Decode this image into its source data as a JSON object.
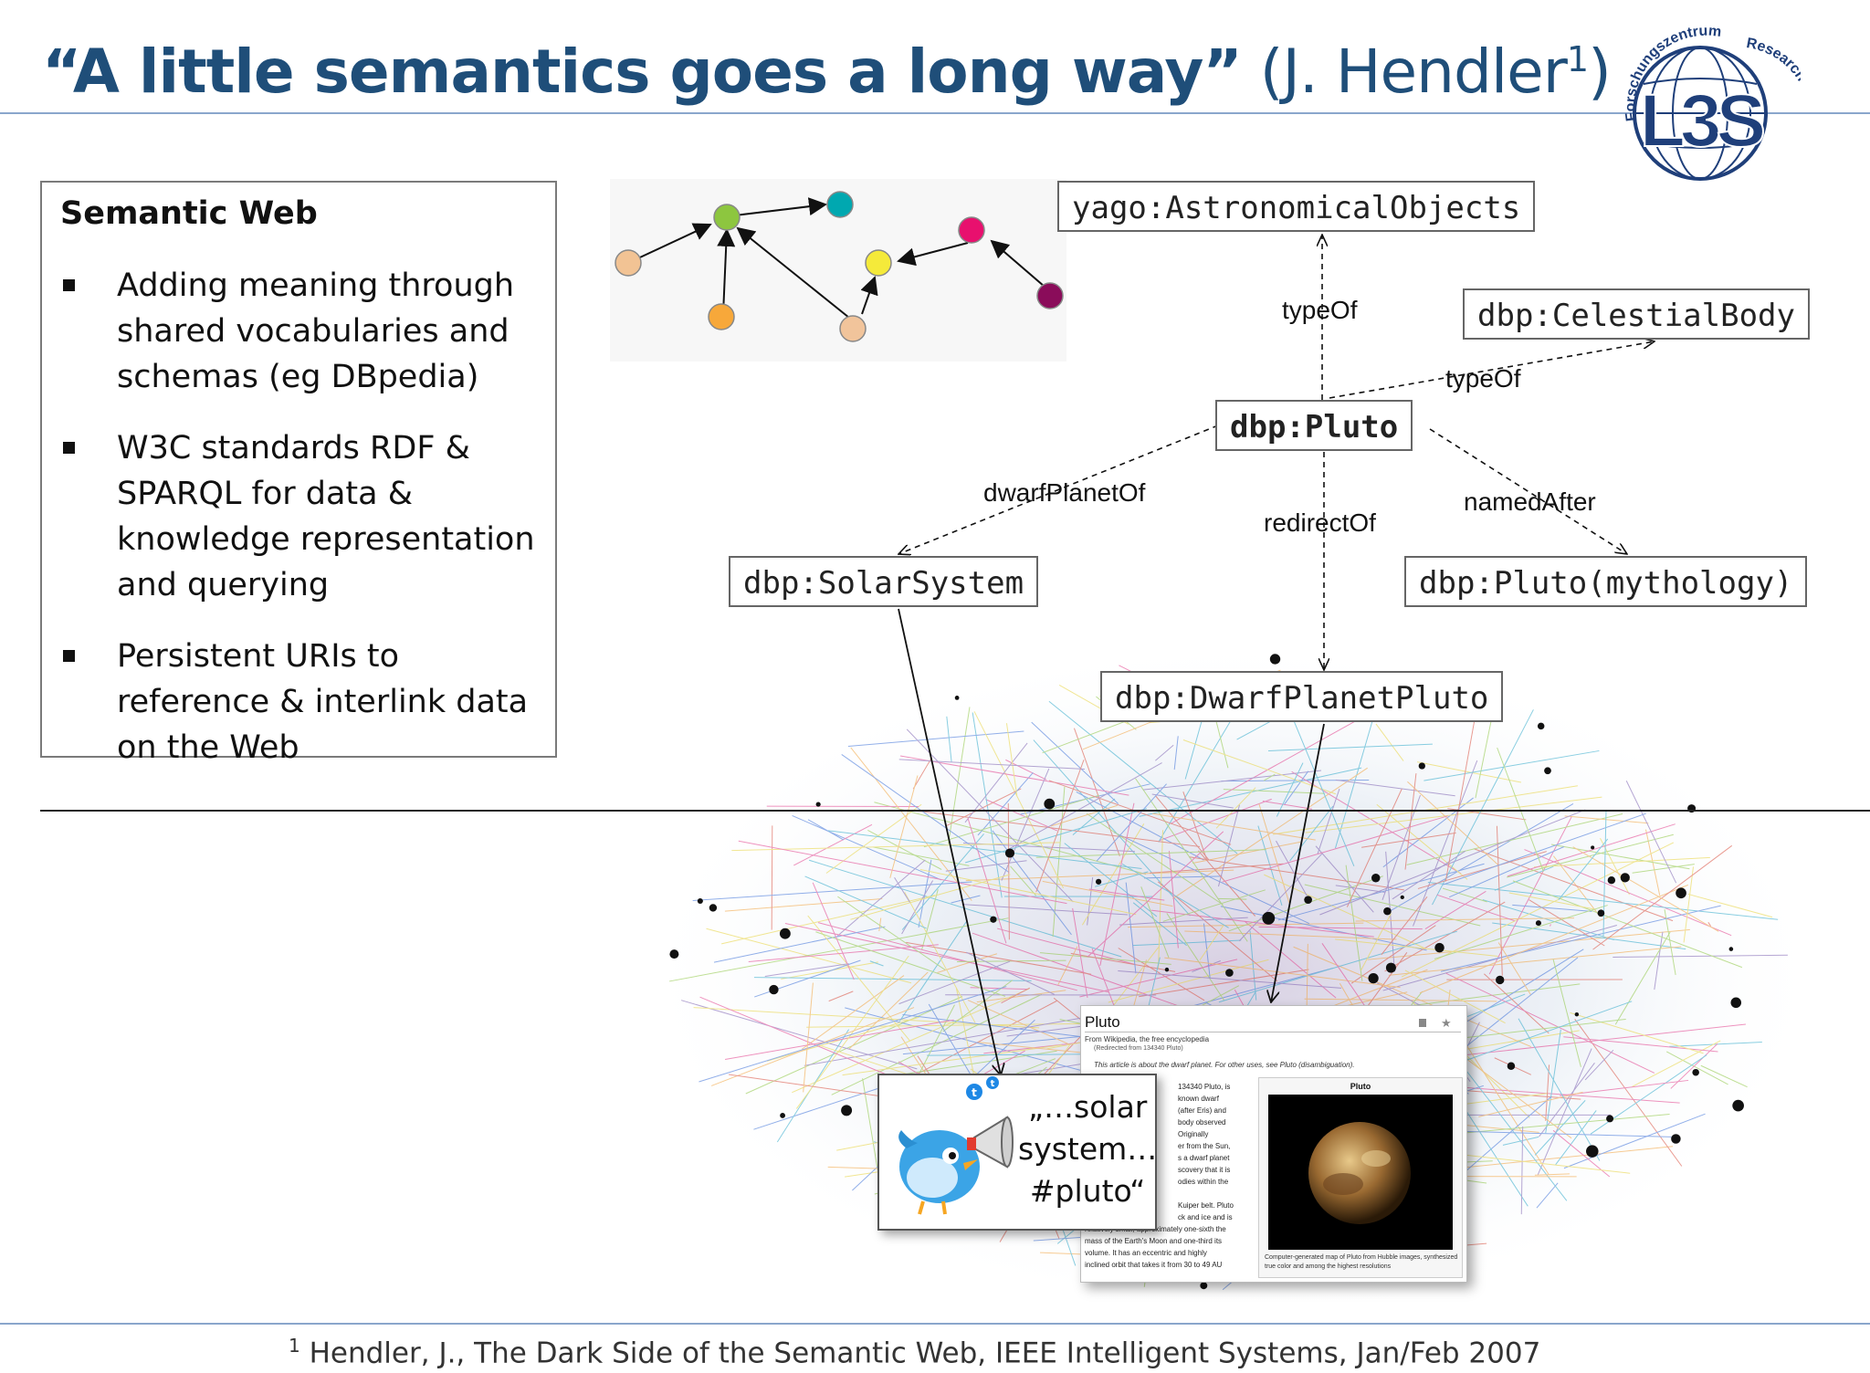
{
  "title": {
    "quote": "“A little semantics goes a long way”",
    "attribution_pre": "(J. Hendler",
    "attribution_sup": "1",
    "attribution_post": ")"
  },
  "logo": {
    "arc_text_top": "Forschungszentrum",
    "arc_text_side": "Research Center",
    "initials": "L3S",
    "color": "#1f3f7a"
  },
  "semantic_web_box": {
    "heading": "Semantic Web",
    "bullets": [
      "Adding meaning through shared vocabularies and schemas (eg DBpedia)",
      "W3C standards RDF & SPARQL for data & knowledge representation and querying",
      "Persistent URIs to reference & interlink data on the Web"
    ]
  },
  "graph": {
    "nodes": {
      "astronomical": "yago:AstronomicalObjects",
      "celestial": "dbp:CelestialBody",
      "pluto": "dbp:Pluto",
      "solar": "dbp:SolarSystem",
      "mythology": "dbp:Pluto(mythology)",
      "dwarf": "dbp:DwarfPlanetPluto"
    },
    "edges": {
      "typeof1": "typeOf",
      "typeof2": "typeOf",
      "dwarfplanetof": "dwarfPlanetOf",
      "redirectof": "redirectOf",
      "namedafter": "namedAfter"
    }
  },
  "network_node_colors": [
    "#f2c394",
    "#8dc63f",
    "#00a8b0",
    "#f7a83a",
    "#f1c49b",
    "#f5ea3a",
    "#e8106e",
    "#8a0c5a"
  ],
  "wiki": {
    "title": "Pluto",
    "subtitle": "From Wikipedia, the free encyclopedia",
    "redirect": "(Redirected from 134340 Pluto)",
    "hatnote": "This article is about the dwarf planet. For other uses, see Pluto (disambiguation).",
    "body_lines": [
      "134340 Pluto, is",
      "known dwarf",
      "(after Eris) and",
      "body observed",
      "Originally",
      "er from the Sun,",
      "s a dwarf planet",
      "scovery that it is",
      "odies within the",
      "",
      "Kuiper belt. Pluto",
      "ck and ice and is",
      "relatively small, approximately one-sixth the",
      "mass of the Earth's Moon and one-third its",
      "volume. It has an eccentric and highly",
      "inclined orbit that takes it from 30 to 49 AU"
    ],
    "infobox_title": "Pluto",
    "caption": "Computer-generated map of Pluto from Hubble images, synthesized true color and among the highest resolutions"
  },
  "tweet": {
    "line1": "„…solar",
    "line2": "system…",
    "line3": "#pluto“"
  },
  "footnote": {
    "sup": "1",
    "text": "Hendler, J., The Dark Side of the Semantic Web, IEEE Intelligent Systems, Jan/Feb 2007"
  }
}
